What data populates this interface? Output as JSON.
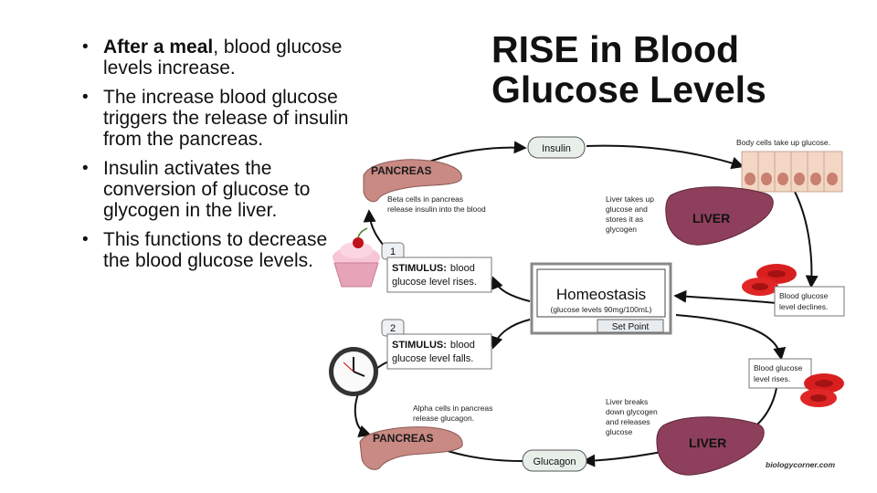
{
  "bullets": [
    {
      "bold": "After a meal",
      "rest": ", blood glucose levels increase."
    },
    {
      "bold": "",
      "rest": "The increase blood glucose triggers the release of insulin from the pancreas."
    },
    {
      "bold": "",
      "rest": "Insulin activates the conversion of glucose to glycogen in the liver."
    },
    {
      "bold": "",
      "rest": "This functions to decrease the blood glucose levels."
    }
  ],
  "title": {
    "line1": "RISE in Blood",
    "line2": "Glucose Levels"
  },
  "diagram": {
    "insulin": "Insulin",
    "glucagon": "Glucagon",
    "pancreas_top": "PANCREAS",
    "pancreas_bottom": "PANCREAS",
    "liver_top": "LIVER",
    "liver_bottom": "LIVER",
    "body_cells": "Body cells take up glucose.",
    "beta_1": "Beta cells in pancreas",
    "beta_2": "release insulin into the blood",
    "liver_takes_1": "Liver takes up",
    "liver_takes_2": "glucose and",
    "liver_takes_3": "stores it as",
    "liver_takes_4": "glycogen",
    "step1": "1",
    "step2": "2",
    "stim1_head": "STIMULUS:",
    "stim1_rest": "blood",
    "stim1_line2": "glucose level rises.",
    "stim2_head": "STIMULUS:",
    "stim2_rest": "blood",
    "stim2_line2": "glucose level falls.",
    "homeostasis": "Homeostasis",
    "homeostasis_sub": "(glucose levels 90mg/100mL)",
    "set_point": "Set Point",
    "declines_1": "Blood glucose",
    "declines_2": "level declines.",
    "rises_1": "Blood glucose",
    "rises_2": "level rises.",
    "alpha_1": "Alpha cells in pancreas",
    "alpha_2": "release glucagon.",
    "breaks_1": "Liver breaks",
    "breaks_2": "down glycogen",
    "breaks_3": "and releases",
    "breaks_4": "glucose",
    "credit": "biologycorner.com"
  },
  "colors": {
    "pancreas": "#c98a84",
    "liver": "#8e3f5c",
    "blood_cell": "#d81f1f",
    "body_cell": "#f3d6c4",
    "arrow": "#111111"
  }
}
